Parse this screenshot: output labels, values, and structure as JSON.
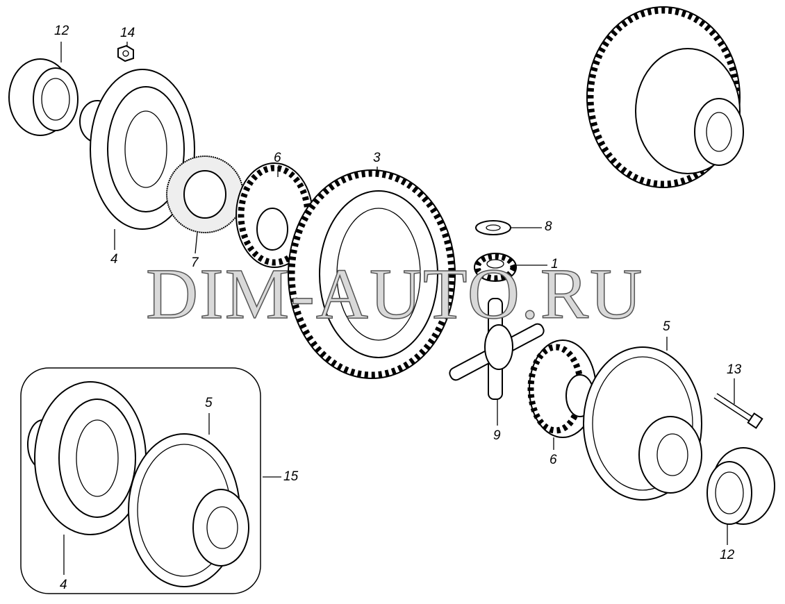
{
  "watermark": "DIM-AUTO.RU",
  "callouts": [
    {
      "id": "c12a",
      "text": "12"
    },
    {
      "id": "c14",
      "text": "14"
    },
    {
      "id": "c4a",
      "text": "4"
    },
    {
      "id": "c7",
      "text": "7"
    },
    {
      "id": "c6a",
      "text": "6"
    },
    {
      "id": "c3",
      "text": "3"
    },
    {
      "id": "c8",
      "text": "8"
    },
    {
      "id": "c1",
      "text": "1"
    },
    {
      "id": "c9",
      "text": "9"
    },
    {
      "id": "c6b",
      "text": "6"
    },
    {
      "id": "c5a",
      "text": "5"
    },
    {
      "id": "c13",
      "text": "13"
    },
    {
      "id": "c12b",
      "text": "12"
    },
    {
      "id": "c5b",
      "text": "5"
    },
    {
      "id": "c15",
      "text": "15"
    },
    {
      "id": "c4b",
      "text": "4"
    }
  ]
}
